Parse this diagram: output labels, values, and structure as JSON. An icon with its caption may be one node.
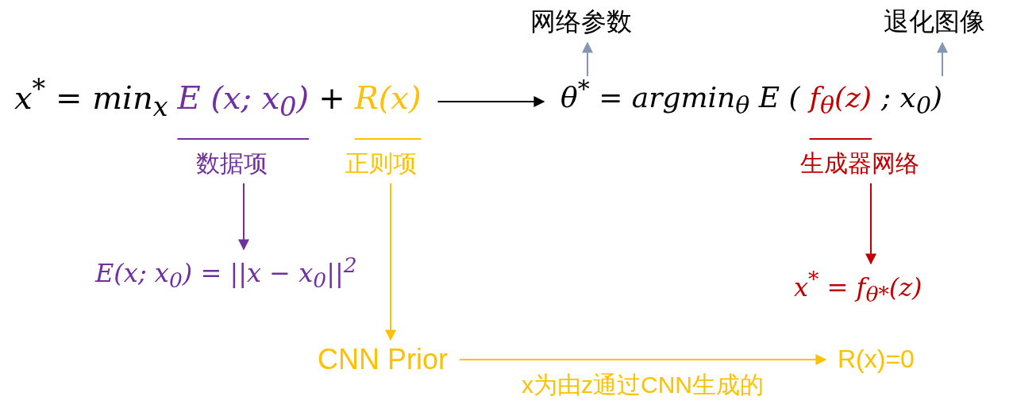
{
  "diagram": {
    "nodes": [
      {
        "text": [
          "网络参数"
        ]
      },
      {
        "text": [
          "退化图像"
        ]
      },
      {
        "text": [
          "x$^{*}$ = min$_{x}$",
          "E (x; x$_{0}$)",
          "+",
          "R(x)"
        ]
      },
      {
        "text": [
          "θ$^{*}$ = argmin$_{θ}$ E (",
          "f$_{θ}$(z)",
          "; x$_{0}$)"
        ]
      },
      {
        "text": [
          "数据项"
        ]
      },
      {
        "text": [
          "正则项"
        ]
      },
      {
        "text": [
          "生成器网络"
        ]
      },
      {
        "text": [
          "E(x; x$_{0}$) = ||x − x$_{0}$||$^{2}$"
        ]
      },
      {
        "text": [
          "x$^{*}$ = f$_{θ*}$(z)"
        ]
      },
      {
        "text": [
          "CNN Prior"
        ]
      },
      {
        "text": [
          "R(x)=0"
        ]
      }
    ],
    "edges": [
      {
        "from": 2,
        "to": 3,
        "arrow": "to",
        "color": "#000000"
      },
      {
        "from": 3,
        "to": 0,
        "arrow": "to",
        "color": "#8496b0"
      },
      {
        "from": 3,
        "to": 1,
        "arrow": "to",
        "color": "#8496b0"
      },
      {
        "from": 4,
        "to": 7,
        "arrow": "to",
        "color": "#7030a0"
      },
      {
        "from": 5,
        "to": 9,
        "arrow": "to",
        "color": "#ffc000"
      },
      {
        "from": 6,
        "to": 8,
        "arrow": "to",
        "color": "#c00000"
      },
      {
        "from": 9,
        "to": 10,
        "arrow": "to",
        "label": "x为由z通过CNN生成的",
        "color": "#ffc000"
      }
    ]
  }
}
